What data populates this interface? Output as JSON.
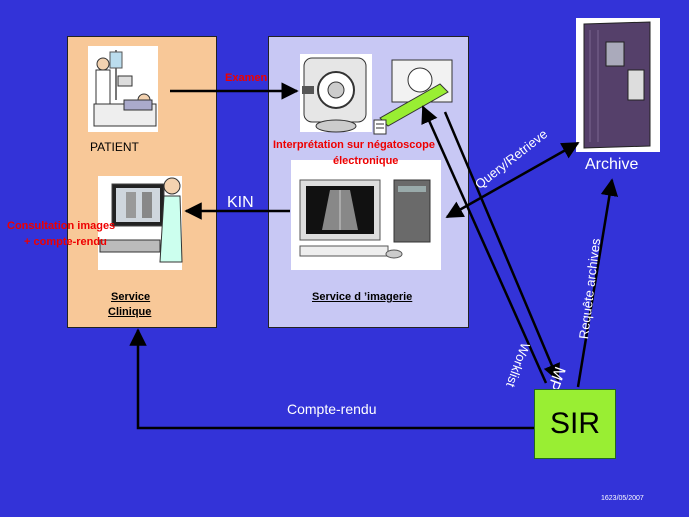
{
  "clinic": {
    "patient_label": "PATIENT",
    "consultation_line1": "Consultation images",
    "consultation_line2": "+ compte-rendu",
    "service_line1": "Service",
    "service_line2": "Clinique"
  },
  "imaging": {
    "exam_label": "Examen",
    "interpretation_line1": "Interprétation sur négatoscope",
    "interpretation_line2": "électronique",
    "service_label": "Service d ’imagerie"
  },
  "archive": {
    "label": "Archive"
  },
  "sir": {
    "label": "SIR"
  },
  "links": {
    "kin": "KIN",
    "query_retrieve": "Query/Retrieve",
    "requete_archives": "Requête archives",
    "worklist": "Worklist",
    "mpps": "MPPS",
    "compte_rendu": "Compte-rendu"
  },
  "footer": {
    "date_code": "1623/05/2007"
  },
  "colors": {
    "background": "#3333d8",
    "clinic_panel": "#f8c898",
    "imaging_panel": "#c8c8f4",
    "sir_box": "#99ee33",
    "label_red": "#ee0000"
  }
}
